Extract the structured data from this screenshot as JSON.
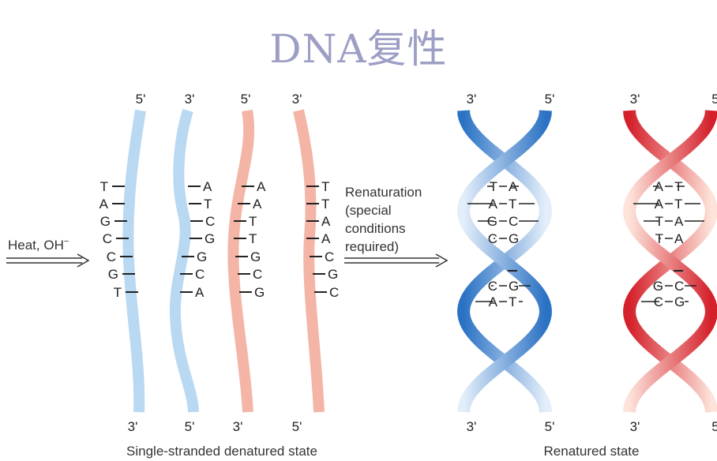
{
  "title": "DNA复性",
  "denaturation_arrow": {
    "label": "Heat, OH",
    "superscript": "−"
  },
  "renaturation_arrow": {
    "lines": [
      "Renaturation",
      "(special",
      "conditions",
      "required)"
    ]
  },
  "colors": {
    "blue_strand": "#b9d8f2",
    "red_strand": "#f4b5a6",
    "blue_helix_dark": "#2b72c4",
    "blue_helix_light": "#c9ddf3",
    "red_helix_dark": "#d4202a",
    "red_helix_light": "#f8c8b8",
    "title": "#9c9ec4"
  },
  "single_strands": [
    {
      "color": "blue",
      "top_end": "5'",
      "bottom_end": "3'",
      "bases": [
        "T",
        "A",
        "G",
        "C",
        "C",
        "G",
        "T"
      ],
      "base_side": "left"
    },
    {
      "color": "blue",
      "top_end": "3'",
      "bottom_end": "5'",
      "bases": [
        "A",
        "T",
        "C",
        "G",
        "G",
        "C",
        "A"
      ],
      "base_side": "right"
    },
    {
      "color": "red",
      "top_end": "5'",
      "bottom_end": "3'",
      "bases": [
        "A",
        "A",
        "T",
        "T",
        "G",
        "C",
        "G"
      ],
      "base_side": "right"
    },
    {
      "color": "red",
      "top_end": "3'",
      "bottom_end": "5'",
      "bases": [
        "T",
        "T",
        "A",
        "A",
        "C",
        "G",
        "C"
      ],
      "base_side": "right"
    }
  ],
  "helices": [
    {
      "color": "blue",
      "top_left": "3'",
      "top_right": "5'",
      "bottom_left": "3'",
      "bottom_right": "5'",
      "pairs": [
        "T-A",
        "A-T",
        "G-C",
        "C-G",
        "C-G",
        "A-T"
      ]
    },
    {
      "color": "red",
      "top_left": "3'",
      "top_right": "5",
      "bottom_left": "3'",
      "bottom_right": "5",
      "pairs": [
        "A-T",
        "A-T",
        "T-A",
        "T-A",
        "G-C",
        "C-G"
      ]
    }
  ],
  "captions": {
    "left": "Single-stranded denatured state",
    "right": "Renatured state"
  }
}
